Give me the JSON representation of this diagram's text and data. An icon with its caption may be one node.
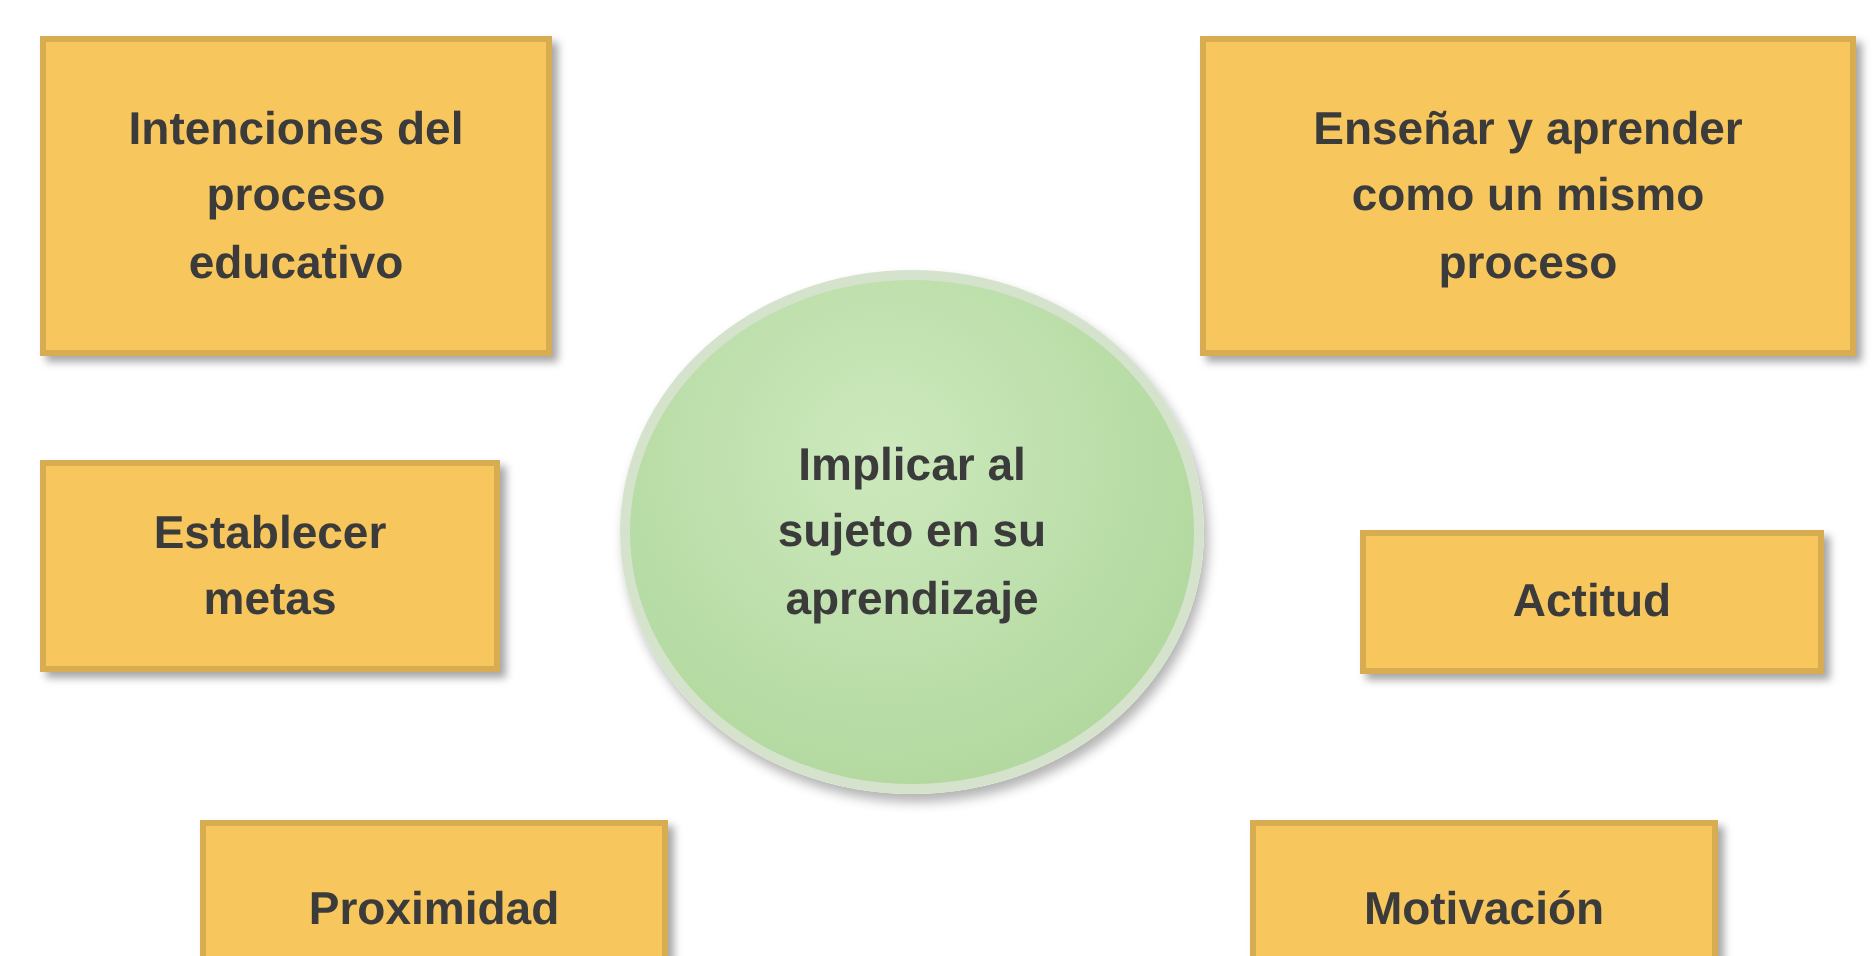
{
  "diagram": {
    "nodes": [
      {
        "text": [
          "Intenciones del proceso educativo"
        ]
      },
      {
        "text": [
          "Enseñar y aprender como un mismo proceso"
        ]
      },
      {
        "text": [
          "Establecer metas"
        ]
      },
      {
        "text": [
          "Implicar al sujeto en su aprendizaje"
        ]
      },
      {
        "text": [
          "Actitud"
        ]
      },
      {
        "text": [
          "Proximidad"
        ]
      },
      {
        "text": [
          "Motivación"
        ]
      }
    ]
  }
}
